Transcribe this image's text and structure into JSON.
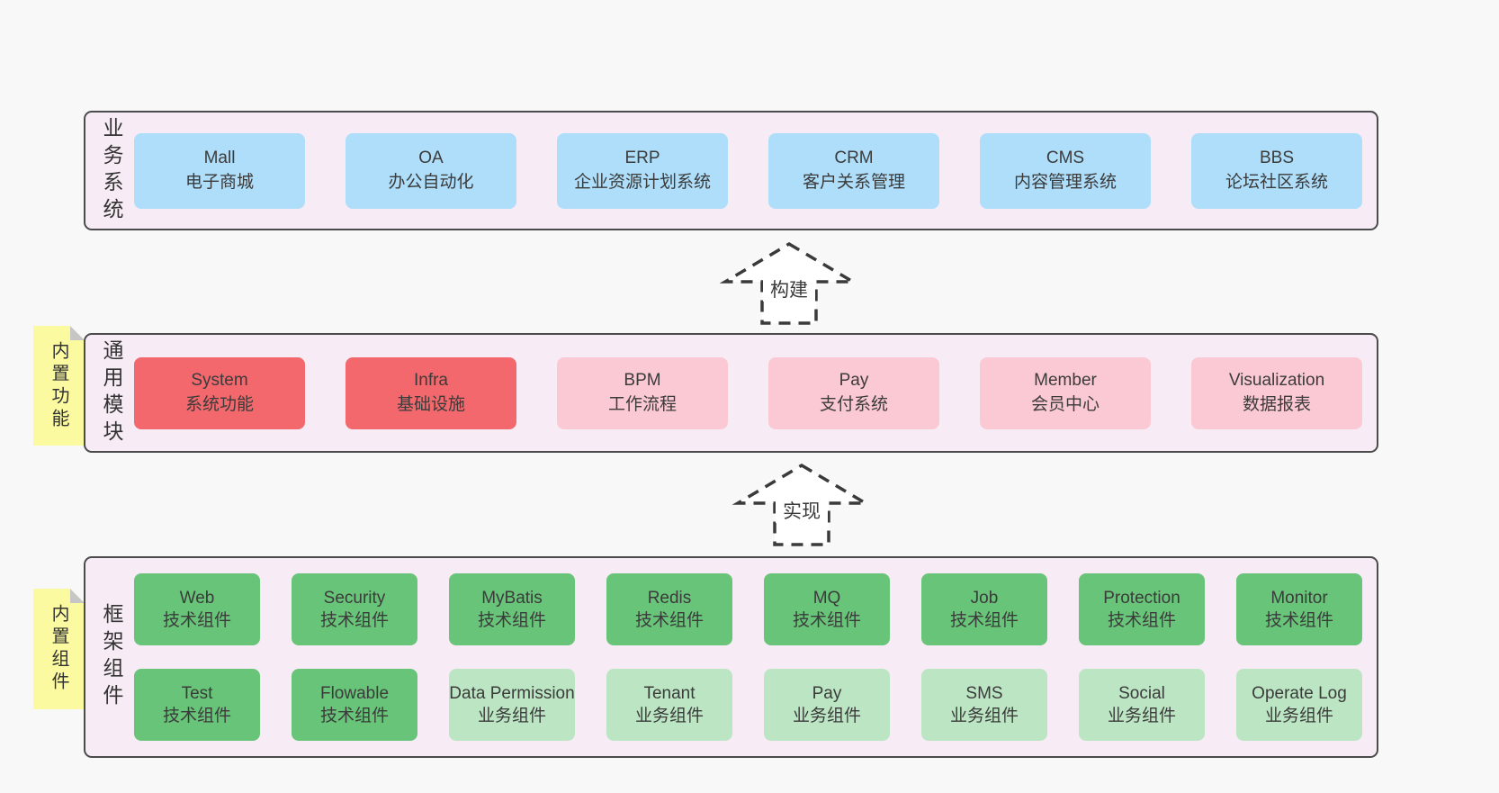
{
  "colors": {
    "page-bg": "#f8f8f8",
    "band-fill": "#f7ecf5",
    "band-border": "#4b4b4b",
    "box-blue": "#aedefa",
    "box-red": "#f2686c",
    "box-pink": "#fbc9d3",
    "box-green": "#68c478",
    "box-green-light": "#bce6c3",
    "note-yellow": "#fbfaa0",
    "note-fold": "#c6c6c6",
    "arrow-fill": "#ffffff",
    "arrow-stroke": "#3a3a3a",
    "text": "#3b3b3b"
  },
  "bands": [
    {
      "label": "业务系统",
      "boxes": [
        {
          "name": "Mall",
          "desc": "电子商城",
          "variant": "blue"
        },
        {
          "name": "OA",
          "desc": "办公自动化",
          "variant": "blue"
        },
        {
          "name": "ERP",
          "desc": "企业资源计划系统",
          "variant": "blue"
        },
        {
          "name": "CRM",
          "desc": "客户关系管理",
          "variant": "blue"
        },
        {
          "name": "CMS",
          "desc": "内容管理系统",
          "variant": "blue"
        },
        {
          "name": "BBS",
          "desc": "论坛社区系统",
          "variant": "blue"
        }
      ]
    },
    {
      "label": "通用模块",
      "note": "内置功能",
      "boxes": [
        {
          "name": "System",
          "desc": "系统功能",
          "variant": "red"
        },
        {
          "name": "Infra",
          "desc": "基础设施",
          "variant": "red"
        },
        {
          "name": "BPM",
          "desc": "工作流程",
          "variant": "pink"
        },
        {
          "name": "Pay",
          "desc": "支付系统",
          "variant": "pink"
        },
        {
          "name": "Member",
          "desc": "会员中心",
          "variant": "pink"
        },
        {
          "name": "Visualization",
          "desc": "数据报表",
          "variant": "pink"
        }
      ]
    },
    {
      "label": "框架组件",
      "note": "内置组件",
      "rows": [
        [
          {
            "name": "Web",
            "desc": "技术组件",
            "variant": "green"
          },
          {
            "name": "Security",
            "desc": "技术组件",
            "variant": "green"
          },
          {
            "name": "MyBatis",
            "desc": "技术组件",
            "variant": "green"
          },
          {
            "name": "Redis",
            "desc": "技术组件",
            "variant": "green"
          },
          {
            "name": "MQ",
            "desc": "技术组件",
            "variant": "green"
          },
          {
            "name": "Job",
            "desc": "技术组件",
            "variant": "green"
          },
          {
            "name": "Protection",
            "desc": "技术组件",
            "variant": "green"
          },
          {
            "name": "Monitor",
            "desc": "技术组件",
            "variant": "green"
          }
        ],
        [
          {
            "name": "Test",
            "desc": "技术组件",
            "variant": "green"
          },
          {
            "name": "Flowable",
            "desc": "技术组件",
            "variant": "green"
          },
          {
            "name": "Data Permission",
            "desc": "业务组件",
            "variant": "green-light"
          },
          {
            "name": "Tenant",
            "desc": "业务组件",
            "variant": "green-light"
          },
          {
            "name": "Pay",
            "desc": "业务组件",
            "variant": "green-light"
          },
          {
            "name": "SMS",
            "desc": "业务组件",
            "variant": "green-light"
          },
          {
            "name": "Social",
            "desc": "业务组件",
            "variant": "green-light"
          },
          {
            "name": "Operate Log",
            "desc": "业务组件",
            "variant": "green-light"
          }
        ]
      ]
    }
  ],
  "arrows": [
    {
      "label": "构建"
    },
    {
      "label": "实现"
    }
  ]
}
